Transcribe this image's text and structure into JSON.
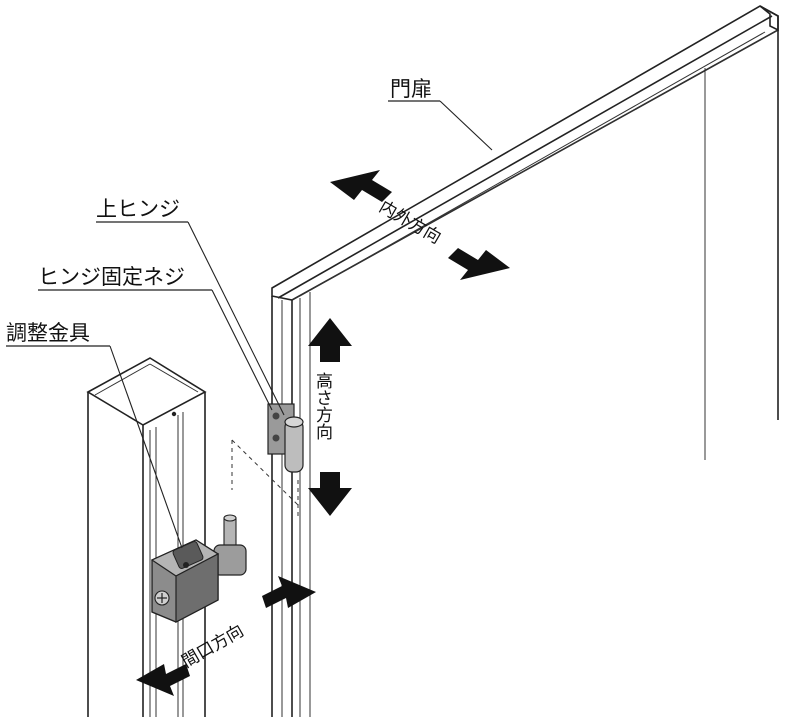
{
  "labels": {
    "gate_door": "門扉",
    "upper_hinge": "上ヒンジ",
    "hinge_screw": "ヒンジ固定ネジ",
    "adjust_bracket": "調整金具"
  },
  "directions": {
    "in_out": "内外方向",
    "height": "高さ方向",
    "frontage": "間口方向"
  },
  "colors": {
    "line": "#222222",
    "arrow": "#111111",
    "hinge_fill": "#8c8c8c",
    "hinge_dark": "#5a5a5a",
    "hinge_light": "#b5b5b5"
  }
}
